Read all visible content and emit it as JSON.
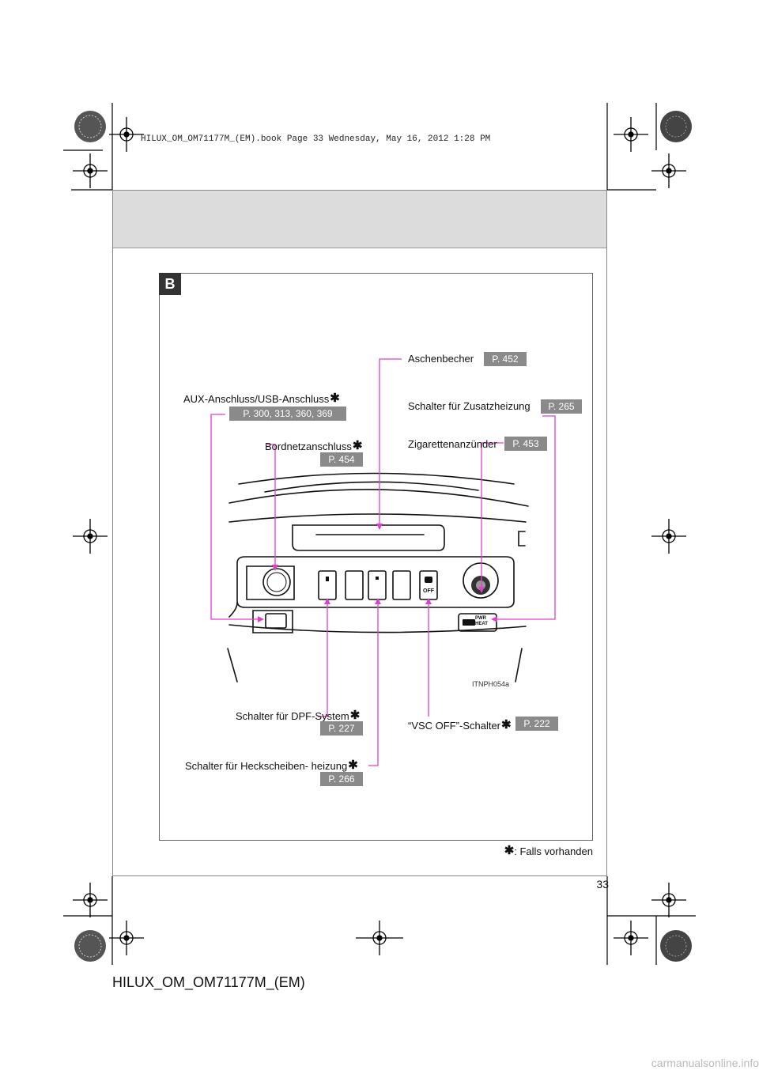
{
  "print_info": "HILUX_OM_OM71177M_(EM).book  Page 33  Wednesday, May 16, 2012  1:28 PM",
  "section_letter": "B",
  "labels": {
    "aschenbecher": {
      "text": "Aschenbecher",
      "ref": "P. 452"
    },
    "aux": {
      "text": "AUX-Anschluss/USB-Anschluss",
      "ref": "P. 300, 313, 360, 369"
    },
    "zusatzheizung": {
      "text": "Schalter für Zusatzheizung",
      "ref": "P. 265"
    },
    "bordnetz": {
      "text": "Bordnetzanschluss",
      "ref": "P. 454"
    },
    "zigarette": {
      "text": "Zigarettenanzünder",
      "ref": "P. 453"
    },
    "dpf": {
      "text": "Schalter für DPF-System",
      "ref": "P. 227"
    },
    "vsc": {
      "text": "“VSC OFF”-Schalter",
      "ref": "P. 222"
    },
    "heckscheibe": {
      "text": "Schalter für Heckscheiben- heizung",
      "ref": "P. 266"
    }
  },
  "optional_marker": "✱",
  "footnote_text": ": Falls vorhanden",
  "image_code": "ITNPH054a",
  "switch_texts": {
    "pwr": "PWR",
    "heat": "HEAT",
    "off": "OFF"
  },
  "page_number": "33",
  "footer_code": "HILUX_OM_OM71177M_(EM)",
  "watermark": "carmanualsonline.info",
  "colors": {
    "leader_line": "#e040c8",
    "ref_box": "#8a8a8a",
    "header_band": "#dcdcdc"
  }
}
